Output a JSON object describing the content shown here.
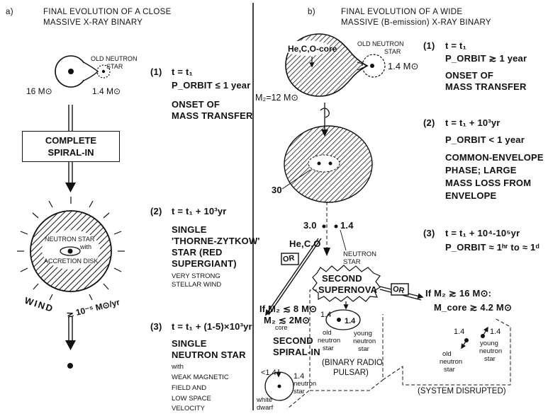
{
  "left": {
    "letter": "a)",
    "heading": [
      "FINAL EVOLUTION OF A CLOSE",
      "MASSIVE X-RAY BINARY"
    ],
    "labels": {
      "old_ns": [
        "OLD NEUTRON",
        "STAR"
      ],
      "m16": "16 M⊙",
      "m14": "1.4 M⊙",
      "spiral_box": [
        "COMPLETE",
        "SPIRAL-IN"
      ],
      "ns_inside": [
        "NEUTRON STAR",
        "with",
        "ACCRETION DISK"
      ],
      "wind": "WIND",
      "wind_rate": "≳ 10⁻⁵ M⊙/yr"
    },
    "steps": [
      {
        "num": "(1)",
        "lines": [
          "t = t₁",
          "P_ORBIT ≤ 1 year",
          "ONSET OF",
          "MASS TRANSFER"
        ]
      },
      {
        "num": "(2)",
        "lines": [
          "t = t₁ + 10³yr",
          "SINGLE",
          "'THORNE-ZYTKOW'",
          "STAR (RED",
          "SUPERGIANT)",
          "VERY STRONG",
          "STELLAR WIND"
        ]
      },
      {
        "num": "(3)",
        "lines": [
          "t = t₁ + (1-5)×10³yr",
          "SINGLE",
          "NEUTRON STAR",
          "with",
          "WEAK MAGNETIC",
          "FIELD AND",
          "LOW SPACE",
          "VELOCITY"
        ]
      }
    ]
  },
  "right": {
    "letter": "b)",
    "heading": [
      "FINAL EVOLUTION OF A WIDE",
      "MASSIVE (B-emission) X-RAY BINARY"
    ],
    "labels": {
      "core": "He,C,O-core",
      "old_ns": [
        "OLD NEUTRON",
        "STAR"
      ],
      "m14": "1.4 M⊙",
      "m2": "M₂=12 M⊙",
      "thirty": "30",
      "thirty_b": "3.0",
      "one_four": "1.4",
      "heco": "He,C,O",
      "neutron_star": [
        "NEUTRON",
        "STAR"
      ],
      "or": "OR",
      "second_sn": [
        "SECOND",
        "SUPERNOVA"
      ],
      "cond_left": [
        "If M₂ ≲ 8 M⊙",
        "M₂ ≲ 2M⊙",
        "core"
      ],
      "second_spiral": [
        "SECOND",
        "SPIRAL-IN"
      ],
      "wd_mass": "<1.4",
      "wd": [
        "white",
        "dwarf"
      ],
      "ns_mass": [
        "1.4",
        "neutron",
        "star"
      ],
      "radio_old": [
        "1.4",
        "old",
        "neutron",
        "star"
      ],
      "radio_young": [
        "1.4",
        "young",
        "neutron",
        "star"
      ],
      "radio_pulsar": [
        "(BINARY RADIO",
        "PULSAR)"
      ],
      "cond_right": [
        "If M₂ ≳ 16 M⊙:",
        "M_core ≳ 4.2 M⊙"
      ],
      "disr_old": [
        "1.4",
        "old",
        "neutron",
        "star"
      ],
      "disr_young": [
        "1.4",
        "young",
        "neutron",
        "star"
      ],
      "system_disrupted": "(SYSTEM DISRUPTED)"
    },
    "steps": [
      {
        "num": "(1)",
        "lines": [
          "t = t₁",
          "P_ORBIT ≳ 1 year",
          "ONSET OF",
          "MASS TRANSFER"
        ]
      },
      {
        "num": "(2)",
        "lines": [
          "t = t₁ + 10³yr",
          "P_ORBIT < 1 year",
          "COMMON-ENVELOPE",
          "PHASE; LARGE",
          "MASS LOSS FROM",
          "ENVELOPE"
        ]
      },
      {
        "num": "(3)",
        "lines": [
          "t = t₁ + 10⁴-10⁵yr",
          "P_ORBIT ≈ 1ʰʳ to ≈ 1ᵈ"
        ]
      }
    ]
  }
}
